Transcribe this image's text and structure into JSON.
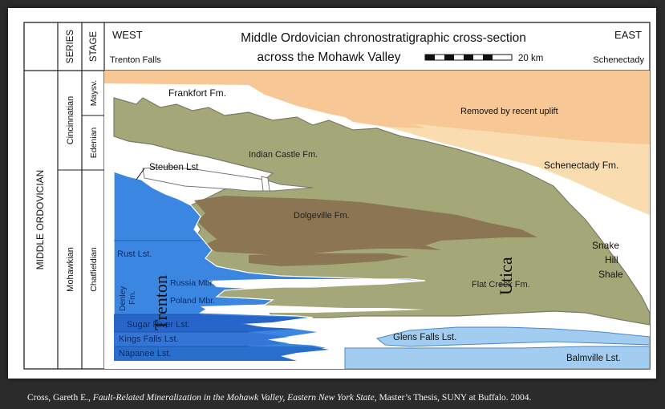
{
  "header": {
    "west": "WEST",
    "east": "EAST",
    "west_place": "Trenton Falls",
    "east_place": "Schenectady",
    "title_line1": "Middle Ordovician chronostratigraphic cross-section",
    "title_line2": "across the Mohawk Valley",
    "scale_label": "20 km"
  },
  "columns": {
    "system_label": "MIDDLE ORDOVICIAN",
    "series_header": "SERIES",
    "stage_header": "STAGE",
    "series": [
      "Cincinnatian",
      "Mohawkian"
    ],
    "stages": [
      "Maysv.",
      "Edenian",
      "Chatfieldian"
    ]
  },
  "units": {
    "frankfort": "Frankfort Fm.",
    "removed": "Removed by recent uplift",
    "indian_castle": "Indian Castle Fm.",
    "schenectady": "Schenectady Fm.",
    "steuben": "Steuben Lst",
    "dolgeville": "Dolgeville Fm.",
    "snake1": "Snake",
    "snake2": "Hill",
    "snake3": "Shale",
    "rust": "Rust Lst.",
    "denley1": "Denley",
    "denley2": "Fm.",
    "russia": "Russia Mbr.",
    "poland": "Poland Mbr.",
    "flat_creek": "Flat Creek Fm.",
    "sugar_river": "Sugar River Lst.",
    "kings_falls": "Kings Falls Lst.",
    "napanee": "Napanee Lst.",
    "glens_falls": "Glens Falls Lst.",
    "balmville": "Balmville Lst.",
    "trenton": "Trenton",
    "utica": "Utica"
  },
  "citation": {
    "author": "Cross, Gareth E., ",
    "title": "Fault-Related Mineralization in the Mohawk Valley, Eastern New York State",
    "rest": ", Master’s Thesis, SUNY at Buffalo. 2004."
  },
  "colors": {
    "orange": "#f7c795",
    "tan": "#f9ddb0",
    "olive": "#a4a878",
    "brown": "#8b7552",
    "blue": "#3b86e0",
    "dark_blue": "#2765c8",
    "light_blue": "#a3cdf0"
  }
}
